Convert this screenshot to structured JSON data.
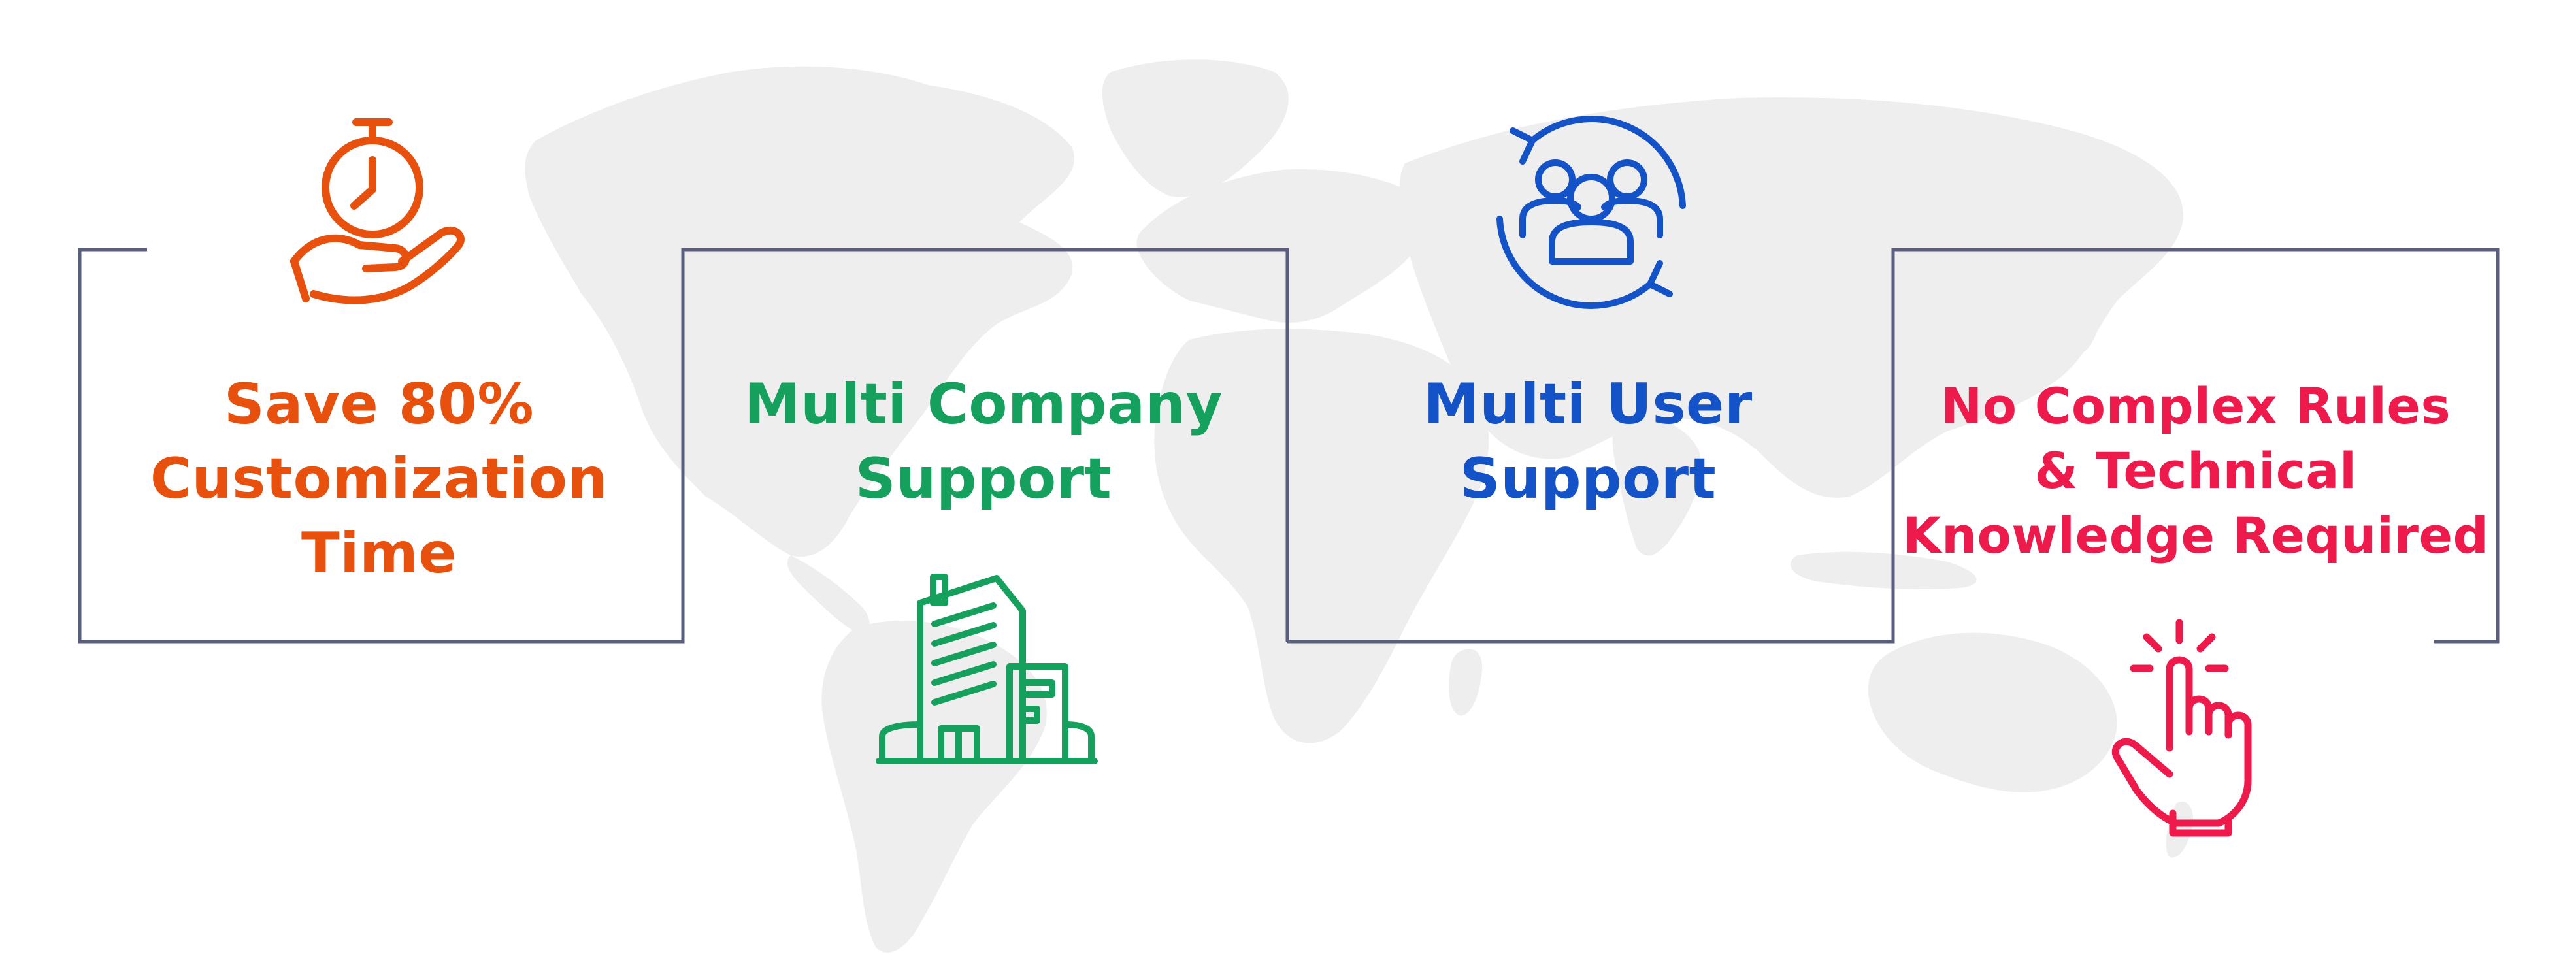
{
  "features": [
    {
      "title": "Save 80%\nCustomization\nTime",
      "color": "#E8500E",
      "icon": "stopwatch-hand-icon"
    },
    {
      "title": "Multi Company\nSupport",
      "color": "#16A05D",
      "icon": "office-building-icon"
    },
    {
      "title": "Multi User\nSupport",
      "color": "#1452C8",
      "icon": "users-sync-icon"
    },
    {
      "title": "No Complex Rules\n& Technical\nKnowledge Required",
      "color": "#EE1A4B",
      "icon": "hand-click-icon"
    }
  ],
  "colors": {
    "frame": "#5A5E7E",
    "map": "#EEEEEF"
  }
}
